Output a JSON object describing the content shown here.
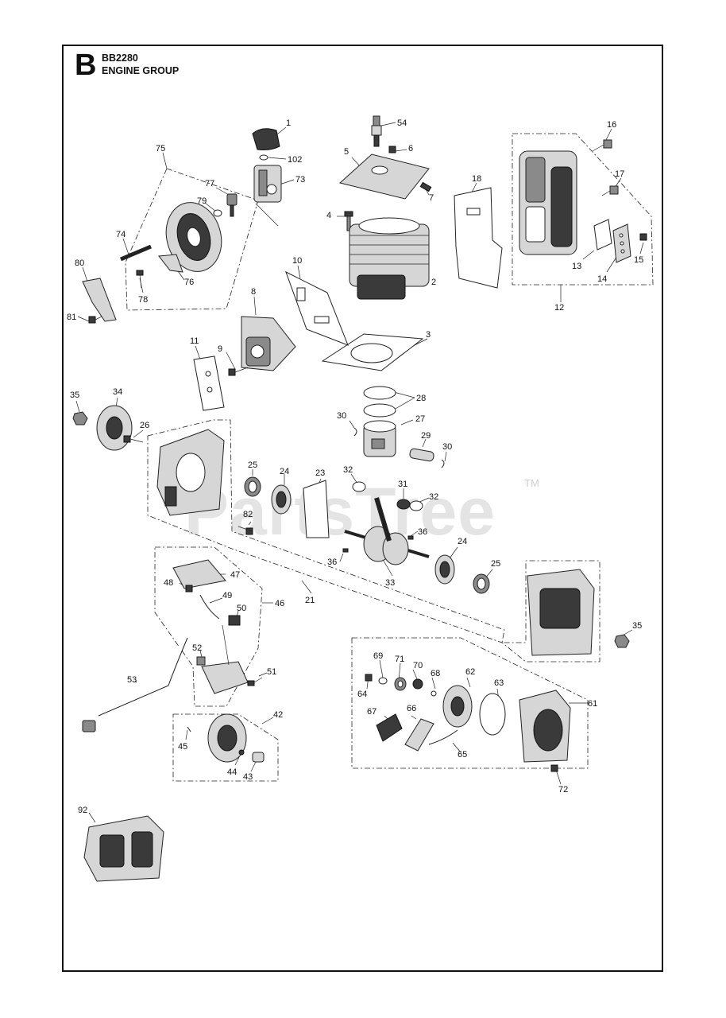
{
  "header": {
    "section_letter": "B",
    "model_code": "BB2280",
    "group_title": "ENGINE GROUP"
  },
  "watermark": {
    "text": "PartsTree",
    "trademark": "TM"
  },
  "part_numbers": [
    "1",
    "2",
    "3",
    "4",
    "5",
    "6",
    "7",
    "8",
    "9",
    "10",
    "11",
    "12",
    "13",
    "14",
    "15",
    "16",
    "17",
    "18",
    "21",
    "23",
    "24",
    "24",
    "25",
    "25",
    "26",
    "27",
    "28",
    "29",
    "30",
    "30",
    "31",
    "32",
    "32",
    "33",
    "34",
    "35",
    "35",
    "36",
    "36",
    "42",
    "43",
    "44",
    "45",
    "46",
    "47",
    "48",
    "49",
    "50",
    "51",
    "52",
    "53",
    "54",
    "61",
    "62",
    "63",
    "64",
    "65",
    "66",
    "67",
    "68",
    "69",
    "70",
    "71",
    "72",
    "73",
    "74",
    "75",
    "76",
    "77",
    "78",
    "79",
    "80",
    "81",
    "82",
    "92",
    "102"
  ],
  "colors": {
    "line": "#222222",
    "border": "#111111",
    "watermark": "#cfcfcf"
  }
}
